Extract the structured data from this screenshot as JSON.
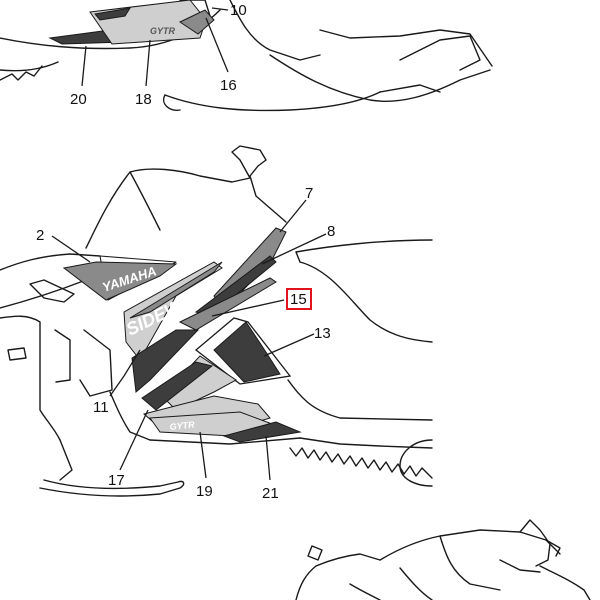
{
  "callouts": {
    "c2": "2",
    "c7": "7",
    "c8": "8",
    "c10": "10",
    "c11": "11",
    "c13": "13",
    "c15": "15",
    "c16": "16",
    "c17": "17",
    "c18": "18",
    "c19": "19",
    "c20": "20",
    "c21": "21"
  },
  "decals": {
    "yamaha": "YAMAHA",
    "sidewinder": "SIDEWINDER",
    "gytr": "GYTR"
  },
  "highlight": {
    "target": "15",
    "color": "#e0151b"
  }
}
